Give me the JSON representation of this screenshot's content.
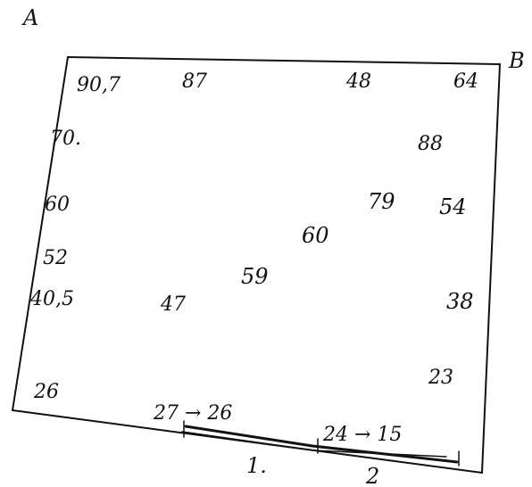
{
  "corners": {
    "a": "A",
    "b": "B"
  },
  "values": {
    "v90_7": "90,7",
    "v87": "87",
    "v48": "48",
    "v64": "64",
    "v70": "70.",
    "v88": "88",
    "v60_left": "60",
    "v79": "79",
    "v54": "54",
    "v60_mid": "60",
    "v52": "52",
    "v59": "59",
    "v40_5": "40,5",
    "v47": "47",
    "v38": "38",
    "v26": "26",
    "v23": "23",
    "v27_26": "27 → 26",
    "v24_15": "24 → 15"
  },
  "scale": {
    "label_1": "1.",
    "label_2": "2"
  },
  "colors": {
    "ink": "#111111",
    "paper": "#ffffff"
  }
}
